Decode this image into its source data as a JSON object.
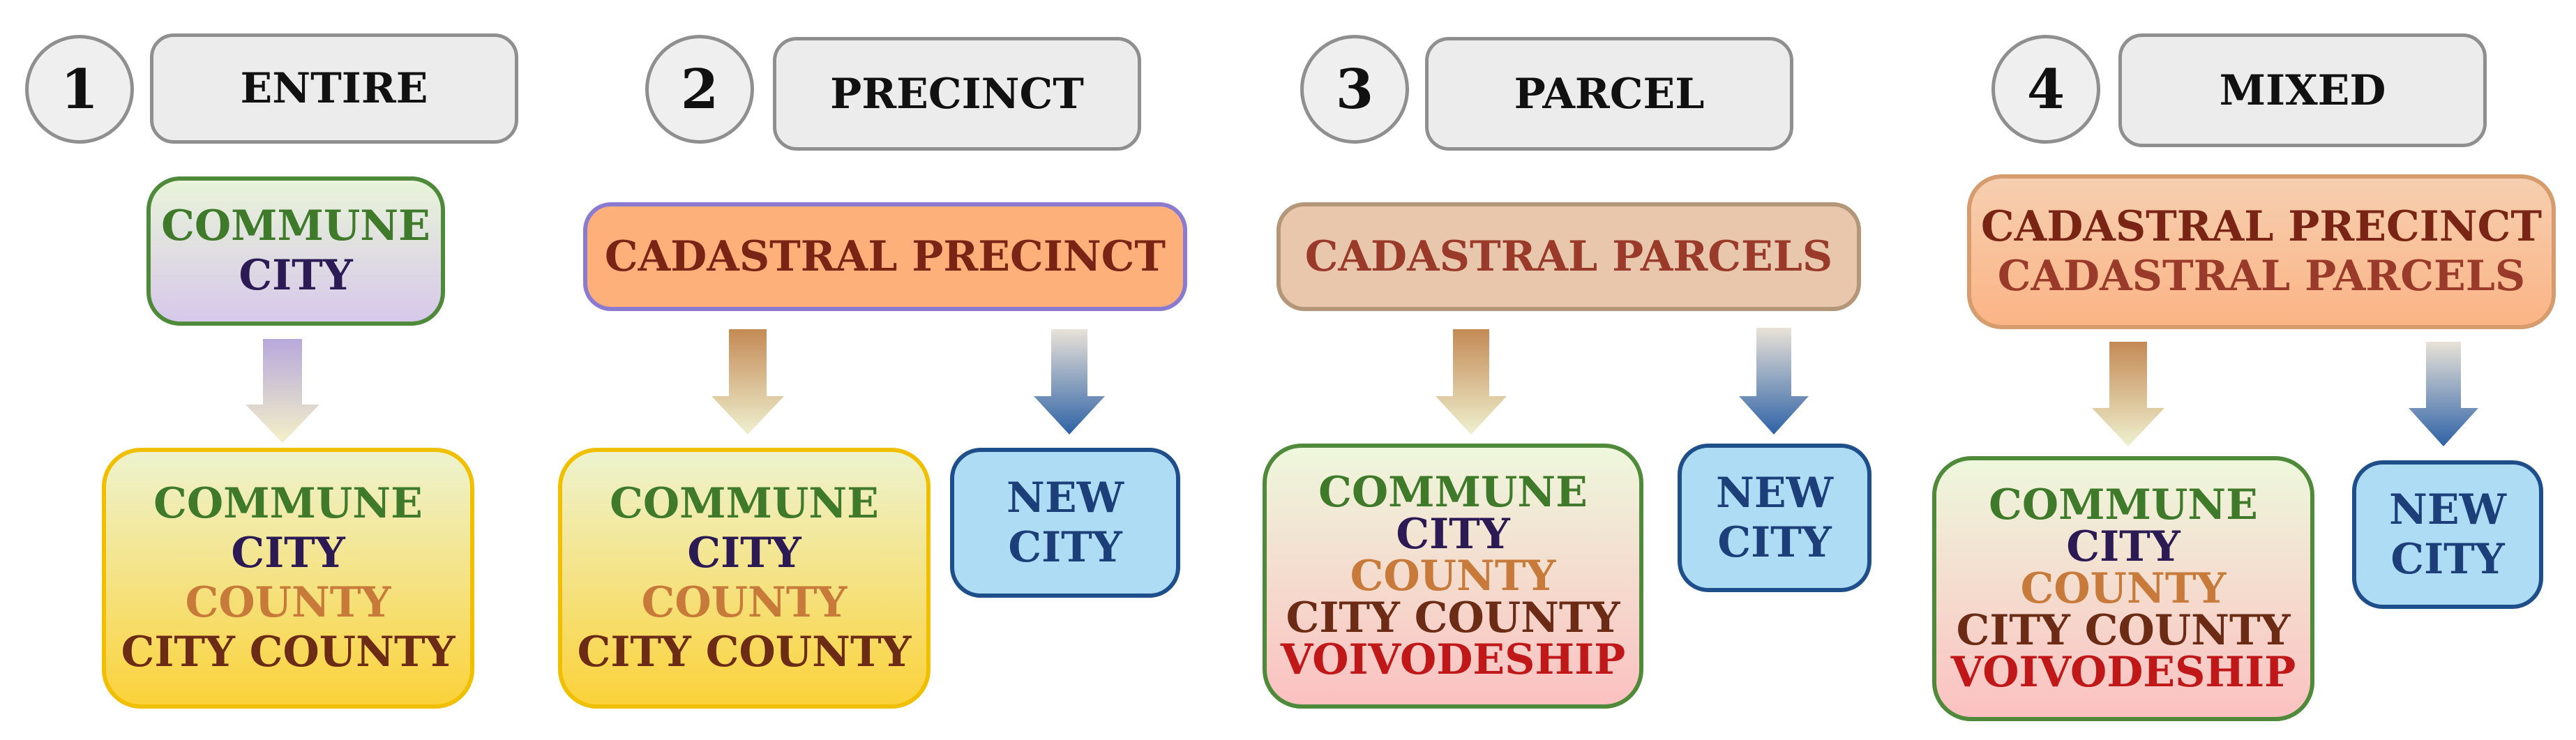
{
  "panels": [
    {
      "number": "1",
      "title": "ENTIRE",
      "source": [
        "COMMUNE",
        "CITY"
      ],
      "result": [
        "COMMUNE",
        "CITY",
        "COUNTY",
        "CITY COUNTY"
      ]
    },
    {
      "number": "2",
      "title": "PRECINCT",
      "source": [
        "CADASTRAL PRECINCT"
      ],
      "result": [
        "COMMUNE",
        "CITY",
        "COUNTY",
        "CITY COUNTY"
      ],
      "new": [
        "NEW",
        "CITY"
      ]
    },
    {
      "number": "3",
      "title": "PARCEL",
      "source": [
        "CADASTRAL PARCELS"
      ],
      "result": [
        "COMMUNE",
        "CITY",
        "COUNTY",
        "CITY COUNTY",
        "VOIVODESHIP"
      ],
      "new": [
        "NEW",
        "CITY"
      ]
    },
    {
      "number": "4",
      "title": "MIXED",
      "source": [
        "CADASTRAL PRECINCT",
        "CADASTRAL PARCELS"
      ],
      "result": [
        "COMMUNE",
        "CITY",
        "COUNTY",
        "CITY COUNTY",
        "VOIVODESHIP"
      ],
      "new": [
        "NEW",
        "CITY"
      ]
    }
  ]
}
